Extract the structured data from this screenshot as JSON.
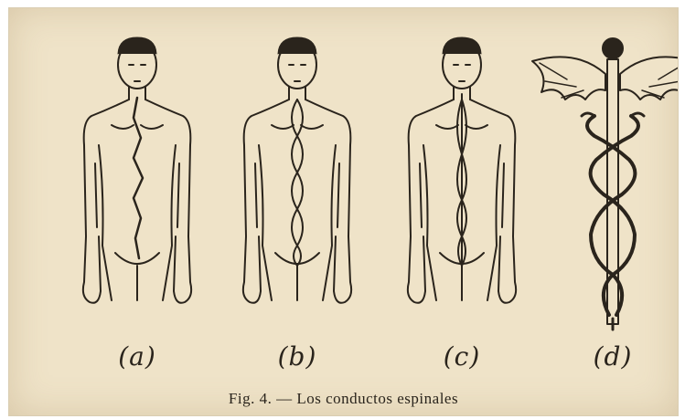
{
  "labels": {
    "a": "(a)",
    "b": "(b)",
    "c": "(c)",
    "d": "(d)"
  },
  "caption": "Fig. 4. — Los conductos espinales",
  "colors": {
    "paper": "#efe3c8",
    "ink": "#2a241c"
  },
  "figures": [
    {
      "id": "a",
      "depicts": "human-torso",
      "channel": "zigzag"
    },
    {
      "id": "b",
      "depicts": "human-torso",
      "channel": "braided"
    },
    {
      "id": "c",
      "depicts": "human-torso",
      "channel": "braided-central"
    },
    {
      "id": "d",
      "depicts": "caduceus"
    }
  ]
}
